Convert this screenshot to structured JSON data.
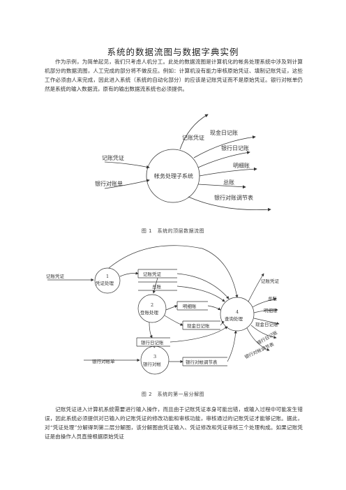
{
  "doc": {
    "title": "系统的数据流图与数据字典实例",
    "para1": "作为示例，为简单起见，我们只考虑人机分工。此处的数据流图是计算机化的帐务处理系统中涉及到计算机部分的数据流图，人工完成的部分将不做反应。例如：计算机没有能力审核原始凭证、填制记账凭证，这些工作必须由人来完成，因此进入系统（系统的自动化部分）的应该是记账凭证而不是原始凭证。银行对帐单仍然是系统的输入数据流，原有的输出数据流系统也必须提供。",
    "para2": "记账凭证进入计算机系统需要进行输入操作，而且由于记账凭证本身可能出错，或输入过程中可能发生错误，因此系统必须提供对已输入的记账凭证的修改功能和审核功能，审核通过的记账凭证才能够记账。据此，对“凭证处理”分解得到第二层分解图，该分解图由凭证输入、凭证修改和凭证审核三个处理构成。如果记账凭证是由操作人员直接根据原始凭证",
    "caption1": "图 1　系统的顶层数据流图",
    "caption2": "图 2　系统的第一层分解图"
  },
  "fig1": {
    "process": "帐务处理子系统",
    "inputs": [
      "记账凭证",
      "银行对账单"
    ],
    "outputs": [
      "记账凭证",
      "现金日记账",
      "银行日记账",
      "明细账",
      "总账",
      "银行对账调节表"
    ]
  },
  "fig2": {
    "p1_num": "1",
    "p1_name": "凭证处理",
    "p2_num": "2",
    "p2_name": "登账处理",
    "p3_num": "3",
    "p3_name": "银行对帐",
    "p4_num": "4",
    "p4_name": "查询处理",
    "in_voucher": "记账凭证",
    "in_bank_stmt": "银行对帐单",
    "store_voucher": "记账凭证",
    "store_ledger": "总账",
    "store_detail": "明细账",
    "store_cash": "现金日记账",
    "store_bank": "银行日记账",
    "store_recon": "银行对帐调节表",
    "out_voucher": "记账凭证",
    "out_ledger": "总账",
    "out_detail": "明细账",
    "out_cash": "现金日记账",
    "out_bank": "银行日记账",
    "out_recon": "银行对帐调节表"
  }
}
